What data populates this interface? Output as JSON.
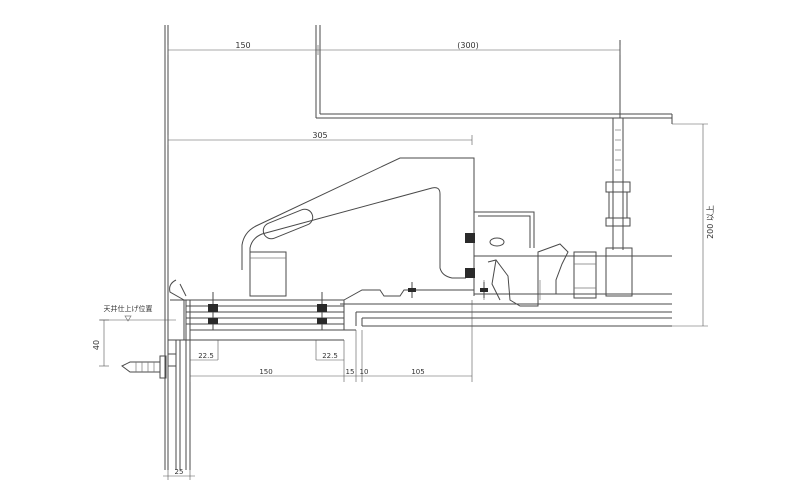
{
  "dimensions": {
    "top_150": "150",
    "top_300": "(300)",
    "span_305": "305",
    "right_200": "200 以上",
    "left_40": "40",
    "d_22_5_left": "22.5",
    "d_22_5_right": "22.5",
    "d_150_bottom": "150",
    "d_15": "15",
    "d_10": "10",
    "d_105": "105",
    "d_25": "25"
  },
  "labels": {
    "ceiling_finish_level": "天井仕上げ位置"
  }
}
